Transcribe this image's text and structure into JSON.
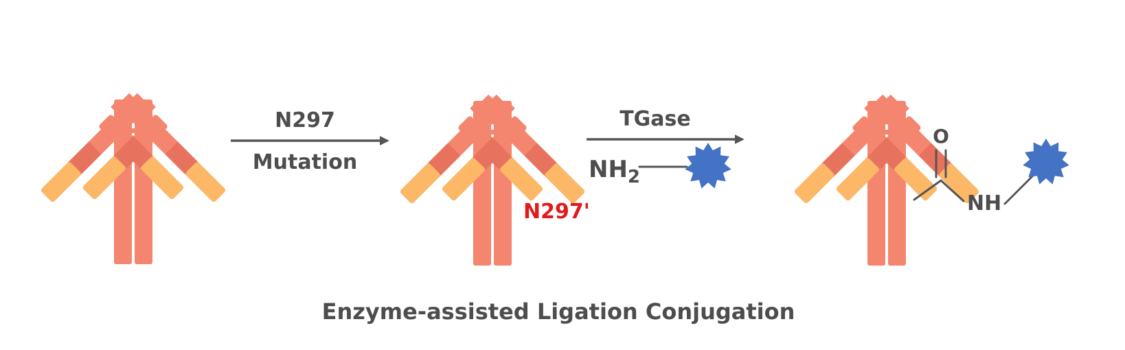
{
  "colors": {
    "heavy": "#f4856e",
    "tip": "#fcb867",
    "joint": "#e7735e",
    "payload": "#4472c4",
    "text": "#4d4d4d",
    "highlight": "#e01b1b",
    "arrow": "#555555"
  },
  "step1": {
    "label_top": "N297",
    "label_bottom": "Mutation"
  },
  "site_label": "N297'",
  "step2": {
    "label_top": "TGase",
    "reagent": "NH",
    "reagent_subscript": "2"
  },
  "product": {
    "oxygen": "O",
    "amide": "NH"
  },
  "caption": "Enzyme-assisted Ligation Conjugation",
  "icons": [
    "antibody-icon",
    "payload-star-icon",
    "arrow-right-icon"
  ]
}
